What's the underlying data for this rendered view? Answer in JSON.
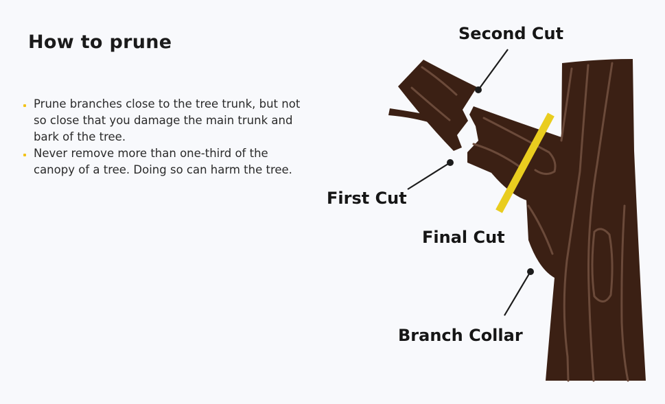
{
  "title": "How to prune",
  "tips": [
    {
      "lines": [
        "Prune branches close to the tree trunk, but not",
        "so close that you damage the main trunk and",
        "bark of the tree."
      ]
    },
    {
      "lines": [
        "Never remove more than one-third of the",
        "canopy of a tree. Doing so can harm the tree."
      ]
    }
  ],
  "labels": {
    "second_cut": "Second Cut",
    "first_cut": "First Cut",
    "final_cut": "Final Cut",
    "branch_collar": "Branch Collar"
  },
  "colors": {
    "bark": "#3b2014",
    "grain": "#6b4a3a",
    "cut_line": "#e9cd1f",
    "bullet": "#f2c31a",
    "background": "#f8f9fc"
  }
}
